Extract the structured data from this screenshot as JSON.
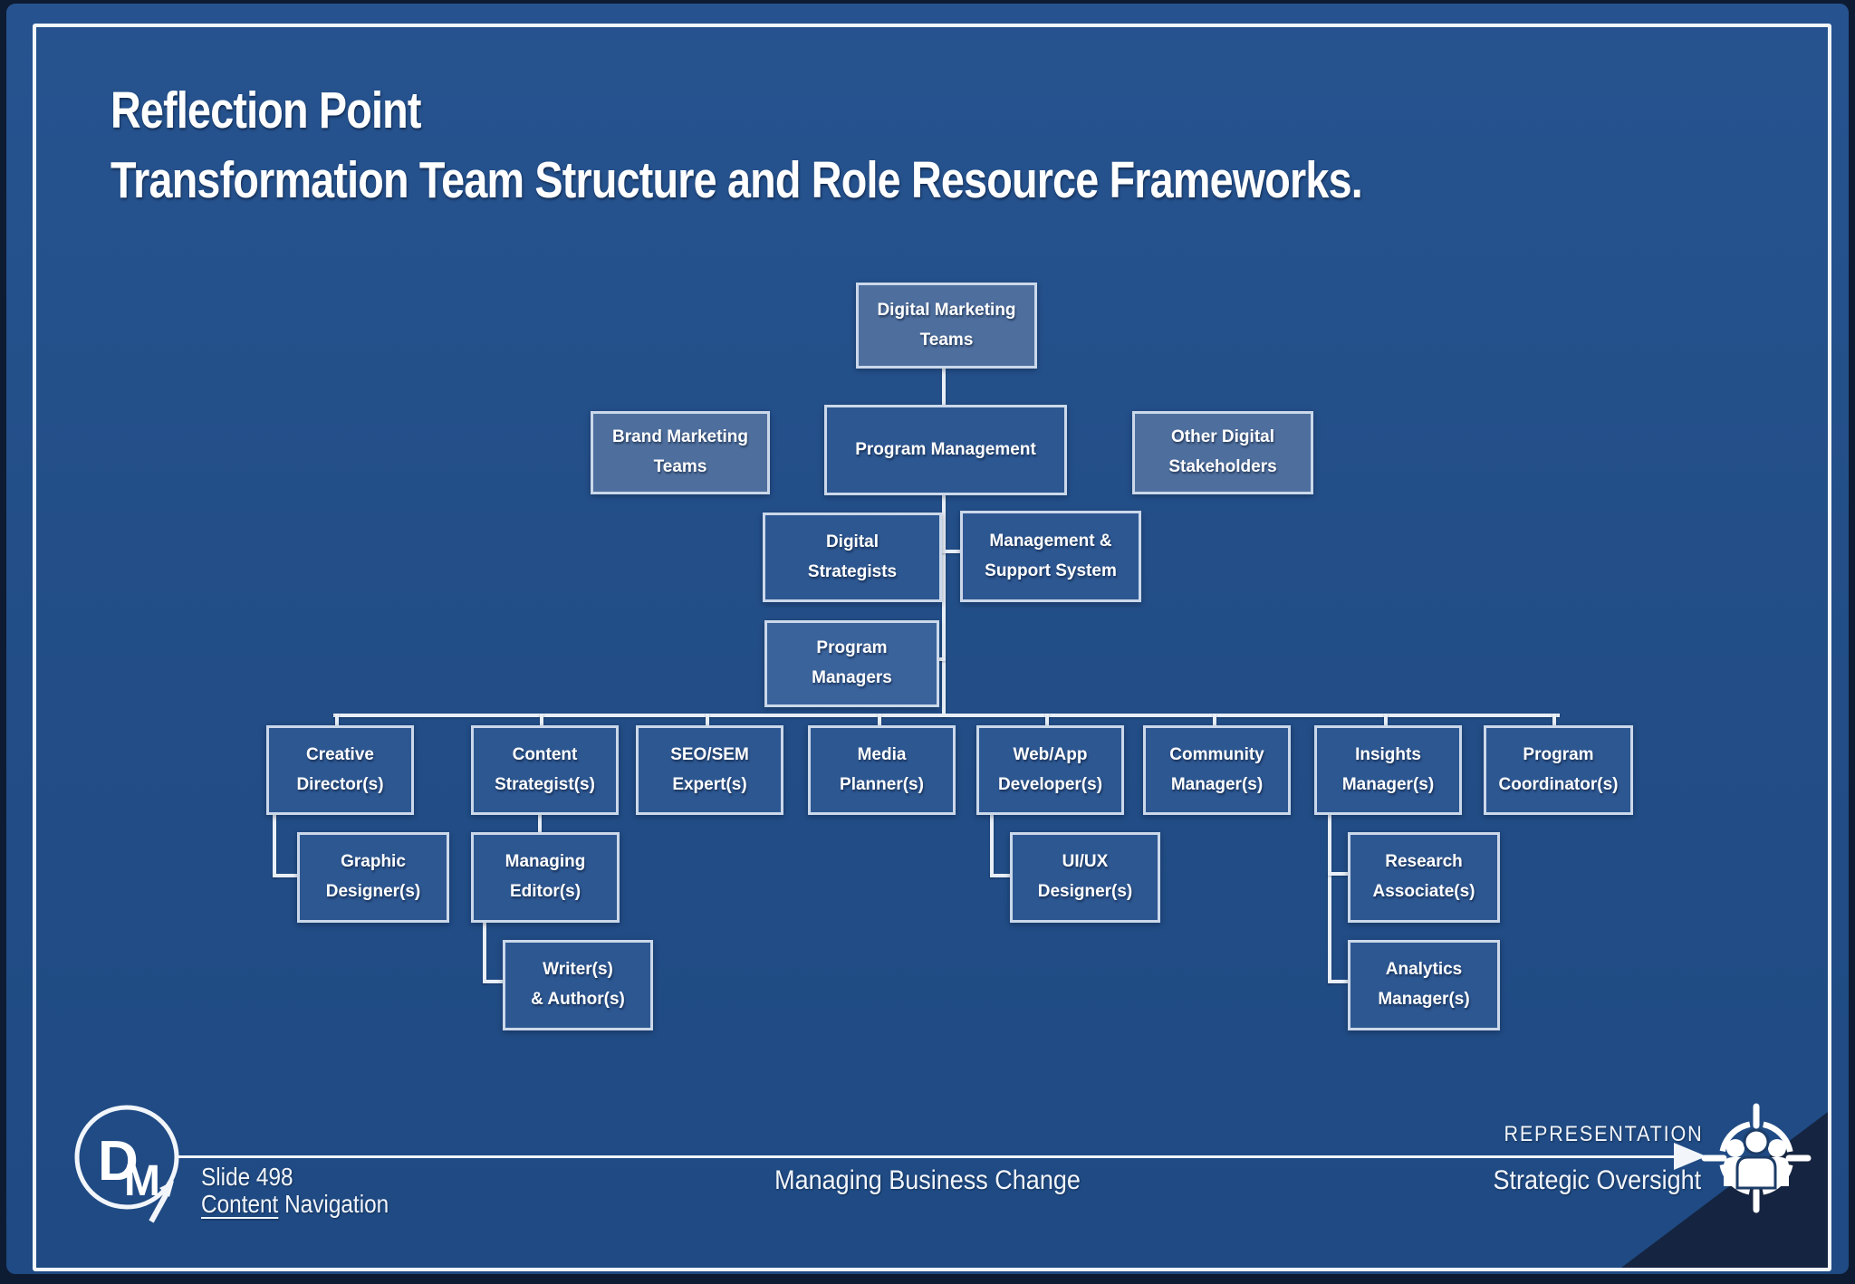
{
  "title": {
    "line1": "Reflection Point",
    "line2": "Transformation Team Structure and Role Resource Frameworks."
  },
  "org_chart": {
    "nodes": [
      {
        "id": "digital-marketing-teams",
        "label": "Digital Marketing\nTeams"
      },
      {
        "id": "brand-marketing-teams",
        "label": "Brand Marketing\nTeams"
      },
      {
        "id": "program-management",
        "label": "Program Management"
      },
      {
        "id": "other-digital-stakeholders",
        "label": "Other Digital\nStakeholders"
      },
      {
        "id": "digital-strategists",
        "label": "Digital\nStrategists"
      },
      {
        "id": "management-support-system",
        "label": "Management &\nSupport System"
      },
      {
        "id": "program-managers",
        "label": "Program\nManagers"
      },
      {
        "id": "creative-directors",
        "label": "Creative\nDirector(s)"
      },
      {
        "id": "content-strategists",
        "label": "Content\nStrategist(s)"
      },
      {
        "id": "seo-sem-experts",
        "label": "SEO/SEM\nExpert(s)"
      },
      {
        "id": "media-planners",
        "label": "Media\nPlanner(s)"
      },
      {
        "id": "web-app-developers",
        "label": "Web/App\nDeveloper(s)"
      },
      {
        "id": "community-managers",
        "label": "Community\nManager(s)"
      },
      {
        "id": "insights-managers",
        "label": "Insights\nManager(s)"
      },
      {
        "id": "program-coordinators",
        "label": "Program\nCoordinator(s)"
      },
      {
        "id": "graphic-designers",
        "label": "Graphic\nDesigner(s)"
      },
      {
        "id": "managing-editors",
        "label": "Managing\nEditor(s)"
      },
      {
        "id": "writers-authors",
        "label": "Writer(s)\n& Author(s)"
      },
      {
        "id": "ui-ux-designers",
        "label": "UI/UX\nDesigner(s)"
      },
      {
        "id": "research-associates",
        "label": "Research\nAssociate(s)"
      },
      {
        "id": "analytics-managers",
        "label": "Analytics\nManager(s)"
      }
    ]
  },
  "footer": {
    "logo_d": "D",
    "logo_m": "M",
    "slide_number": "Slide 498",
    "nav_underlined": "Content",
    "nav_rest": " Navigation",
    "center_text": "Managing Business Change",
    "representation": "REPRESENTATION",
    "strategic_oversight": "Strategic Oversight"
  },
  "colors": {
    "slide_bg": "#224d86",
    "frame_dark": "#0d1b33",
    "border_white": "#f2f6fb",
    "box_dark": "#2d5791",
    "box_light": "#4e6f9e",
    "box_mid": "#3a639c",
    "box_border": "#cbd8ea",
    "connector": "#e9eff7",
    "corner_triangle": "#152440",
    "text": "#ffffff"
  }
}
